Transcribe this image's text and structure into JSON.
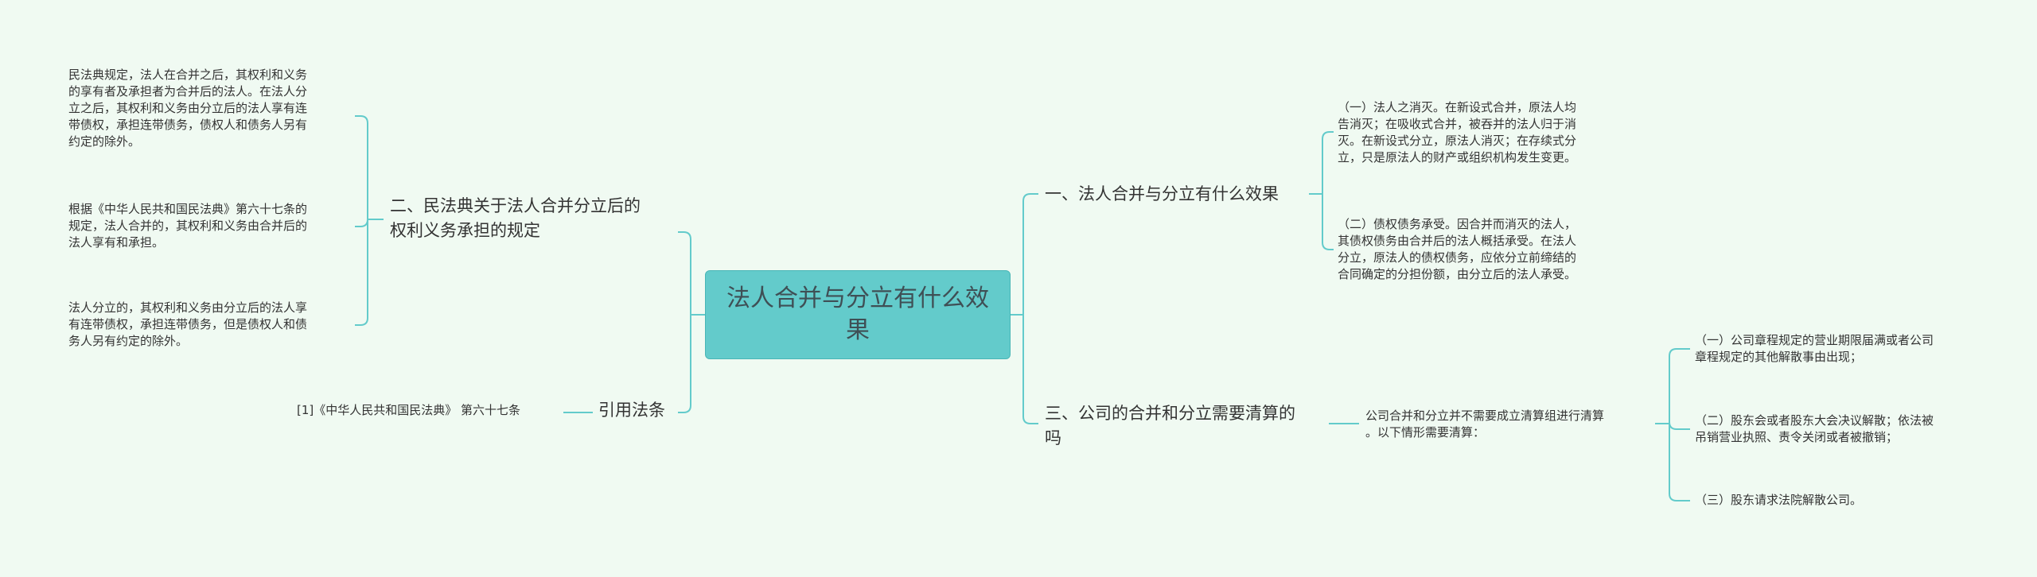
{
  "root": {
    "title": "法人合并与分立有什么效果"
  },
  "left": {
    "branch1": {
      "title": "二、民法典关于法人合并分立后的\n权利义务承担的规定",
      "leaves": [
        "民法典规定，法人在合并之后，其权利和义务\n的享有者及承担者为合并后的法人。在法人分\n立之后，其权利和义务由分立后的法人享有连\n带债权，承担连带债务，债权人和债务人另有\n约定的除外。",
        "根据《中华人民共和国民法典》第六十七条的\n规定，法人合并的，其权利和义务由合并后的\n法人享有和承担。",
        "法人分立的，其权利和义务由分立后的法人享\n有连带债权，承担连带债务，但是债权人和债\n务人另有约定的除外。"
      ]
    },
    "branch2": {
      "title": "引用法条",
      "leaves": [
        "[1]《中华人民共和国民法典》 第六十七条"
      ]
    }
  },
  "right": {
    "branch1": {
      "title": "一、法人合并与分立有什么效果",
      "leaves": [
        "（一）法人之消灭。在新设式合并，原法人均\n告消灭；在吸收式合并，被吞并的法人归于消\n灭。在新设式分立，原法人消灭；在存续式分\n立，只是原法人的财产或组织机构发生变更。",
        "（二）债权债务承受。因合并而消灭的法人，\n其债权债务由合并后的法人概括承受。在法人\n分立，原法人的债权债务，应依分立前缔结的\n合同确定的分担份额，由分立后的法人承受。"
      ]
    },
    "branch2": {
      "title": "三、公司的合并和分立需要清算的\n吗",
      "mid": "公司合并和分立并不需要成立清算组进行清算\n。以下情形需要清算：",
      "leaves": [
        "（一）公司章程规定的营业期限届满或者公司\n章程规定的其他解散事由出现；",
        "（二）股东会或者股东大会决议解散；依法被\n吊销营业执照、责令关闭或者被撤销；",
        "（三）股东请求法院解散公司。"
      ]
    }
  },
  "colors": {
    "line": "#63cbcb",
    "root_fill": "#63cbcb",
    "background": "#f0faf2"
  }
}
